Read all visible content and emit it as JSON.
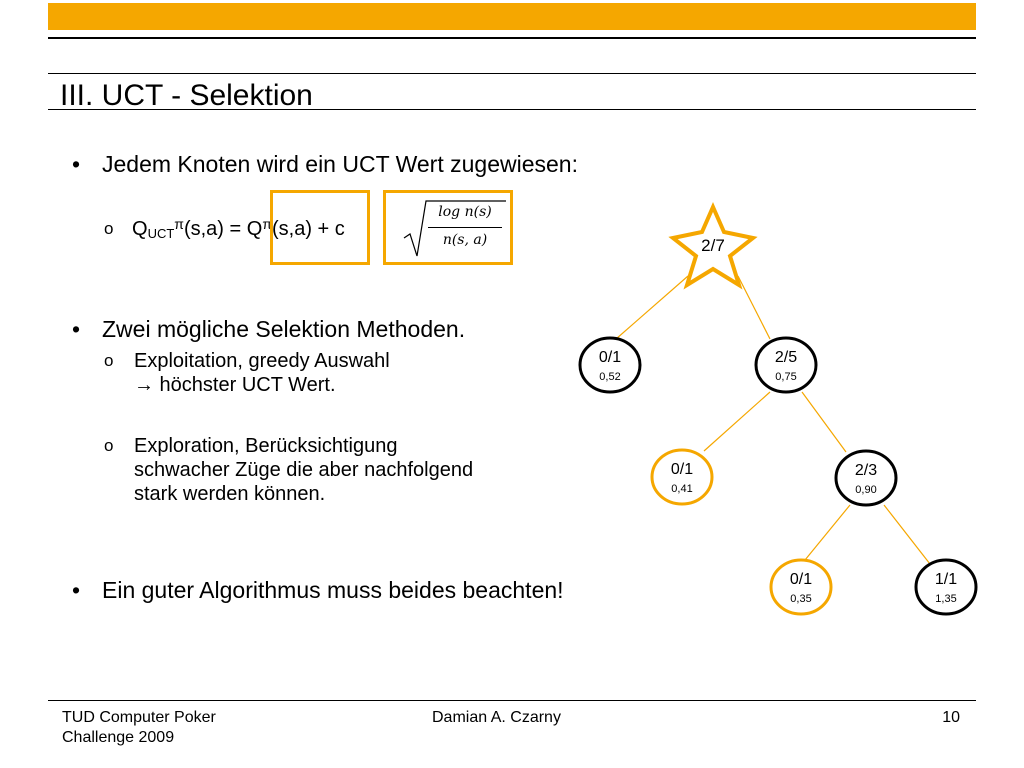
{
  "slide": {
    "title": "III. UCT - Selektion",
    "bullets": {
      "b1": "Jedem Knoten wird ein UCT Wert zugewiesen:",
      "b2": "Zwei mögliche Selektion Methoden.",
      "b3": "Ein guter Algorithmus muss beides beachten!"
    },
    "sub_bullets": {
      "exploitation_line1": "Exploitation, greedy Auswahl",
      "exploitation_line2": "→ höchster UCT Wert.",
      "exploration_line1": "Exploration, Berücksichtigung",
      "exploration_line2": "schwacher Züge die aber nachfolgend",
      "exploration_line3": "stark werden können."
    },
    "bullet_symbol": "•",
    "sub_bullet_symbol": "o",
    "formula": {
      "q": "Q",
      "sub": "UCT",
      "pi": "π",
      "args": "(s,a)",
      "equals": " = ",
      "q2": "Q",
      "pi2": "π",
      "args2": "(s,a)",
      "plus_c": " + c",
      "frac_numerator": "log n(s)",
      "frac_denominator": "n(s, a)"
    }
  },
  "tree": {
    "root": {
      "label": "2/7"
    },
    "nodes": [
      {
        "id": "n1",
        "label": "0/1",
        "value": "0,52",
        "highlight": false
      },
      {
        "id": "n2",
        "label": "2/5",
        "value": "0,75",
        "highlight": false
      },
      {
        "id": "n3",
        "label": "0/1",
        "value": "0,41",
        "highlight": true
      },
      {
        "id": "n4",
        "label": "2/3",
        "value": "0,90",
        "highlight": false
      },
      {
        "id": "n5",
        "label": "0/1",
        "value": "0,35",
        "highlight": true
      },
      {
        "id": "n6",
        "label": "1/1",
        "value": "1,35",
        "highlight": false
      }
    ],
    "colors": {
      "accent": "#f5a700",
      "stroke": "#000000"
    }
  },
  "footer": {
    "left_line1": "TUD Computer Poker",
    "left_line2": "Challenge 2009",
    "center": "Damian A. Czarny",
    "page": "10"
  }
}
